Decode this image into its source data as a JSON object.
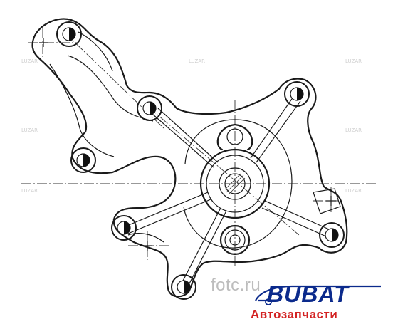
{
  "watermark": {
    "site_text": "fotc.ru",
    "repeat_text": "LUZAR"
  },
  "logo": {
    "brand_text": "BUBAT",
    "subtitle_text": "Автозапчасти",
    "brand_color": "#0b2a8c",
    "subtitle_color": "#d32222"
  }
}
